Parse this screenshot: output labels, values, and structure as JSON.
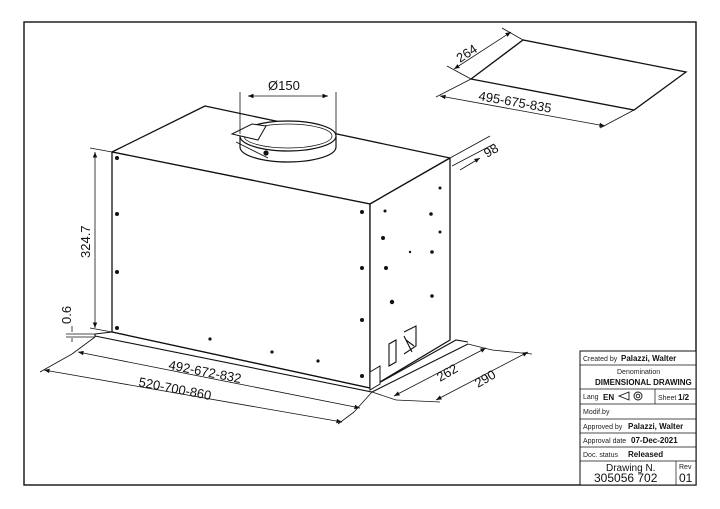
{
  "dimensions": {
    "duct_diameter": "Ø150",
    "panel_depth": "264",
    "panel_width": "495-675-835",
    "side_offset": "98",
    "height": "324.7",
    "base_thickness": "0.6",
    "inner_width": "492-672-832",
    "outer_width": "520-700-860",
    "inner_depth": "262",
    "outer_depth": "290"
  },
  "title_block": {
    "created_by_label": "Created by",
    "created_by_value": "Palazzi, Walter",
    "denomination_label": "Denomination",
    "denomination_value": "DIMENSIONAL DRAWING",
    "lang_label": "Lang",
    "lang_value": "EN",
    "sheet_label": "Sheet",
    "sheet_value": "1/2",
    "modified_label": "Modif.by",
    "approved_label": "Approved by",
    "approved_value": "Palazzi, Walter",
    "approval_date_label": "Approval date",
    "approval_date_value": "07-Dec-2021",
    "status_label": "Doc. status",
    "status_value": "Released",
    "drawing_no_label": "Drawing N.",
    "drawing_no_value": "305056 702",
    "rev_label": "Rev",
    "rev_value": "01"
  }
}
